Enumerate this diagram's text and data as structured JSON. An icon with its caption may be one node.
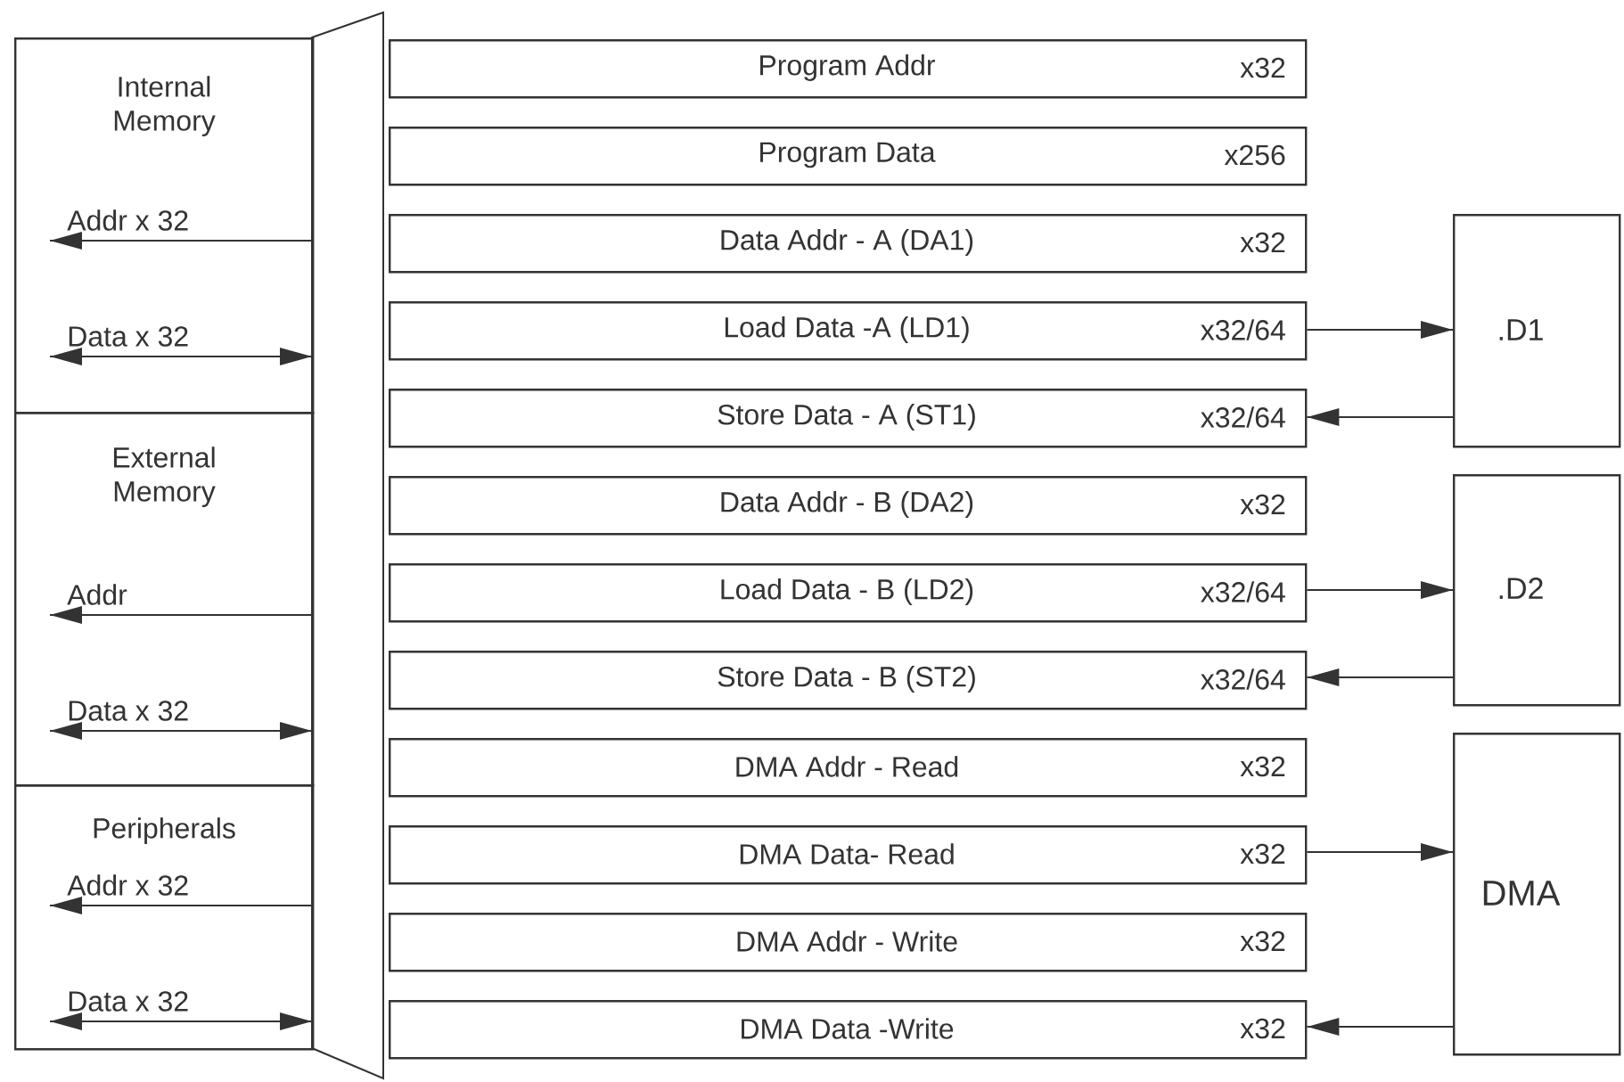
{
  "diagram": {
    "nodes": [
      {
        "text": [
          "Internal Memory"
        ]
      },
      {
        "text": [
          "External Memory"
        ]
      },
      {
        "text": [
          "Peripherals"
        ]
      },
      {
        "text": [],
        "shape": "bar"
      },
      {
        "text": [
          "Program Addr",
          "x32"
        ]
      },
      {
        "text": [
          "Program Data",
          "x256"
        ]
      },
      {
        "text": [
          "Data Addr - A (DA1)",
          "x32"
        ]
      },
      {
        "text": [
          "Load Data -A (LD1)",
          "x32/64"
        ]
      },
      {
        "text": [
          "Store Data - A (ST1)",
          "x32/64"
        ]
      },
      {
        "text": [
          "Data Addr - B (DA2)",
          "x32"
        ]
      },
      {
        "text": [
          "Load Data - B (LD2)",
          "x32/64"
        ]
      },
      {
        "text": [
          "Store Data - B (ST2)",
          "x32/64"
        ]
      },
      {
        "text": [
          "DMA Addr - Read",
          "x32"
        ]
      },
      {
        "text": [
          "DMA Data- Read",
          "x32"
        ]
      },
      {
        "text": [
          "DMA Addr - Write",
          "x32"
        ]
      },
      {
        "text": [
          "DMA Data -Write",
          "x32"
        ]
      },
      {
        "text": [
          ".D1"
        ]
      },
      {
        "text": [
          ".D2"
        ]
      },
      {
        "text": [
          "DMA"
        ]
      }
    ],
    "edges": [
      {
        "from": 3,
        "to": 0,
        "arrow": "to",
        "label": "Addr x 32"
      },
      {
        "from": 0,
        "to": 3,
        "arrow": "both",
        "label": "Data x 32"
      },
      {
        "from": 3,
        "to": 1,
        "arrow": "to",
        "label": "Addr"
      },
      {
        "from": 1,
        "to": 3,
        "arrow": "both",
        "label": "Data x 32"
      },
      {
        "from": 3,
        "to": 2,
        "arrow": "to",
        "label": "Addr x 32"
      },
      {
        "from": 2,
        "to": 3,
        "arrow": "both",
        "label": "Data x 32"
      },
      {
        "from": 7,
        "to": 16,
        "arrow": "to"
      },
      {
        "from": 16,
        "to": 8,
        "arrow": "to"
      },
      {
        "from": 10,
        "to": 17,
        "arrow": "to"
      },
      {
        "from": 17,
        "to": 11,
        "arrow": "to"
      },
      {
        "from": 13,
        "to": 18,
        "arrow": "to"
      },
      {
        "from": 18,
        "to": 15,
        "arrow": "to"
      }
    ]
  }
}
